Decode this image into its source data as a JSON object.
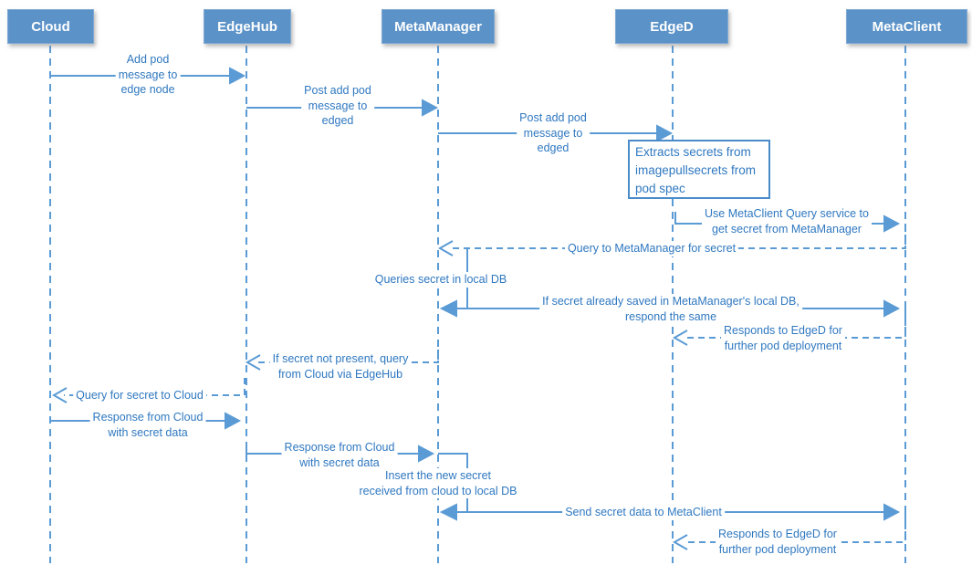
{
  "diagram": {
    "type": "sequence",
    "colors": {
      "actor_fill": "#5b92c8",
      "line": "#5b9bd5",
      "label_text": "#2f78c0",
      "actor_text": "#ffffff"
    },
    "actors": [
      {
        "id": "cloud",
        "label": "Cloud"
      },
      {
        "id": "edgehub",
        "label": "EdgeHub"
      },
      {
        "id": "metamanager",
        "label": "MetaManager"
      },
      {
        "id": "edged",
        "label": "EdgeD"
      },
      {
        "id": "metaclient",
        "label": "MetaClient"
      }
    ],
    "note": {
      "attached_to": "edged",
      "text": "Extracts secrets from\nimagepullsecrets from\npod spec"
    },
    "messages": [
      {
        "from": "Cloud",
        "to": "EdgeHub",
        "style": "solid",
        "label": "Add pod\nmessage to\nedge node"
      },
      {
        "from": "EdgeHub",
        "to": "MetaManager",
        "style": "solid",
        "label": "Post add pod\nmessage to\nedged"
      },
      {
        "from": "MetaManager",
        "to": "EdgeD",
        "style": "solid",
        "label": "Post add pod\nmessage to\nedged"
      },
      {
        "from": "EdgeD",
        "to": "MetaClient",
        "style": "solid",
        "label": "Use MetaClient Query service to\nget secret from MetaManager"
      },
      {
        "from": "MetaClient",
        "to": "MetaManager",
        "style": "dashed",
        "label": "Query to MetaManager for secret"
      },
      {
        "from": "MetaManager",
        "to": "MetaManager",
        "style": "self",
        "label": "Queries secret in local DB"
      },
      {
        "from": "MetaManager",
        "to": "MetaClient",
        "style": "solid",
        "label": "If secret already saved in MetaManager's local DB,\nrespond the same"
      },
      {
        "from": "MetaClient",
        "to": "EdgeD",
        "style": "dashed",
        "label": "Responds to EdgeD for\nfurther pod deployment"
      },
      {
        "from": "MetaManager",
        "to": "EdgeHub",
        "style": "dashed",
        "label": "If secret not present, query\nfrom Cloud via EdgeHub"
      },
      {
        "from": "EdgeHub",
        "to": "Cloud",
        "style": "dashed",
        "label": "Query for secret to Cloud"
      },
      {
        "from": "Cloud",
        "to": "EdgeHub",
        "style": "solid",
        "label": "Response from Cloud\nwith secret data"
      },
      {
        "from": "EdgeHub",
        "to": "MetaManager",
        "style": "solid",
        "label": "Response from Cloud\nwith secret data"
      },
      {
        "from": "MetaManager",
        "to": "MetaManager",
        "style": "self",
        "label": "Insert the new secret\nreceived from cloud to local DB"
      },
      {
        "from": "MetaManager",
        "to": "MetaClient",
        "style": "solid",
        "label": "Send secret data to MetaClient"
      },
      {
        "from": "MetaClient",
        "to": "EdgeD",
        "style": "dashed",
        "label": "Responds to EdgeD for\nfurther pod deployment"
      }
    ]
  }
}
